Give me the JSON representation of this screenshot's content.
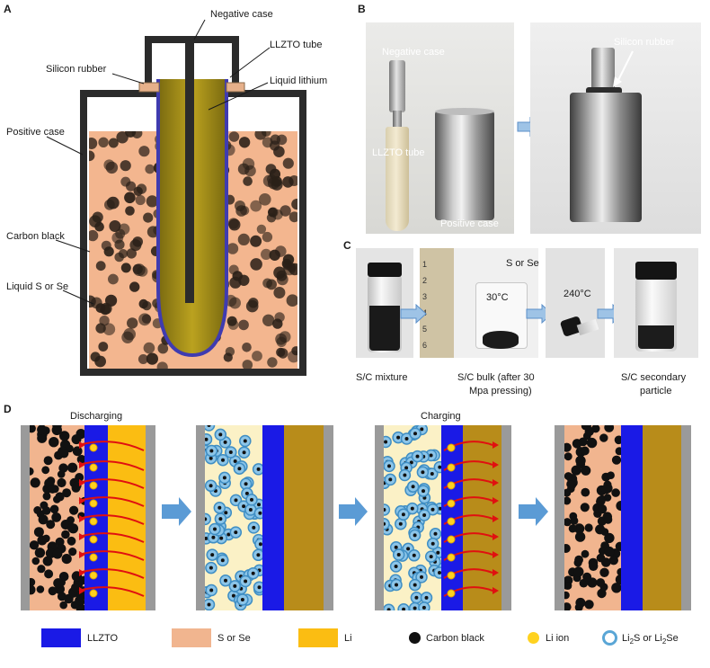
{
  "panel_a": {
    "letter": "A",
    "labels": {
      "negative_case": "Negative case",
      "llzto_tube": "LLZTO tube",
      "silicon_rubber": "Silicon rubber",
      "liquid_lithium": "Liquid lithium",
      "positive_case": "Positive case",
      "carbon_black": "Carbon black",
      "liquid_s_se": "Liquid S or Se"
    }
  },
  "panel_b": {
    "letter": "B",
    "labels": {
      "negative_case": "Negative case",
      "llzto_tube": "LLZTO tube",
      "positive_case": "Positive case",
      "silicon_rubber": "Silicon rubber"
    }
  },
  "panel_c": {
    "letter": "C",
    "labels": {
      "s_or_se": "S or Se",
      "temp_30": "30°C",
      "temp_240": "240°C",
      "caption_mixture": "S/C mixture",
      "caption_bulk_1": "S/C bulk  (after 30",
      "caption_bulk_2": "Mpa pressing)",
      "caption_secondary_1": "S/C secondary",
      "caption_secondary_2": "particle"
    }
  },
  "panel_d": {
    "letter": "D",
    "discharging": "Discharging",
    "charging": "Charging"
  },
  "legend": {
    "llzto": "LLZTO",
    "s_or_se": "S or Se",
    "li": "Li",
    "carbon_black": "Carbon black",
    "li_ion": "Li ion",
    "li2s_prefix": "Li",
    "li2s_sub": "2",
    "li2s_mid": "S or Li",
    "li2se_sub": "2",
    "li2se_suffix": "Se"
  },
  "colors": {
    "llzto": "#1a1ae6",
    "s_or_se": "#f1b58f",
    "li": "#fbbd12",
    "li_gold": "#b88c1a",
    "carbon": "#111111",
    "li_ion": "#ffd21f",
    "li2s_ring": "#5aa6d6",
    "case_gray": "#9a9a9a",
    "arrow_blue": "#5b9bd5",
    "red_path": "#e01010"
  }
}
